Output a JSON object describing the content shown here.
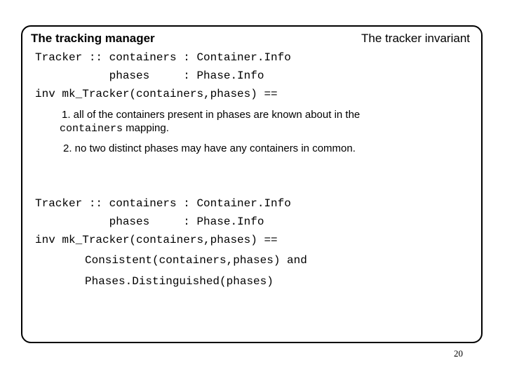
{
  "header": {
    "title_left": "The tracking manager",
    "title_right": "The tracker invariant"
  },
  "block1": {
    "code_lines": [
      "Tracker :: containers : Container.Info",
      "           phases     : Phase.Info",
      "inv mk_Tracker(containers,phases) =="
    ],
    "point1_line1": "1. all of the containers present in phases are known about in the",
    "point1_mono": "containers",
    "point1_rest": " mapping.",
    "point2": "2. no two distinct phases may have any containers in common."
  },
  "block2": {
    "code_lines": [
      "Tracker :: containers : Container.Info",
      "           phases     : Phase.Info",
      "inv mk_Tracker(containers,phases) =="
    ],
    "body_line1": "Consistent(containers,phases) and",
    "body_line2": "Phases.Distinguished(phases)"
  },
  "footer": {
    "page_number": "20"
  }
}
